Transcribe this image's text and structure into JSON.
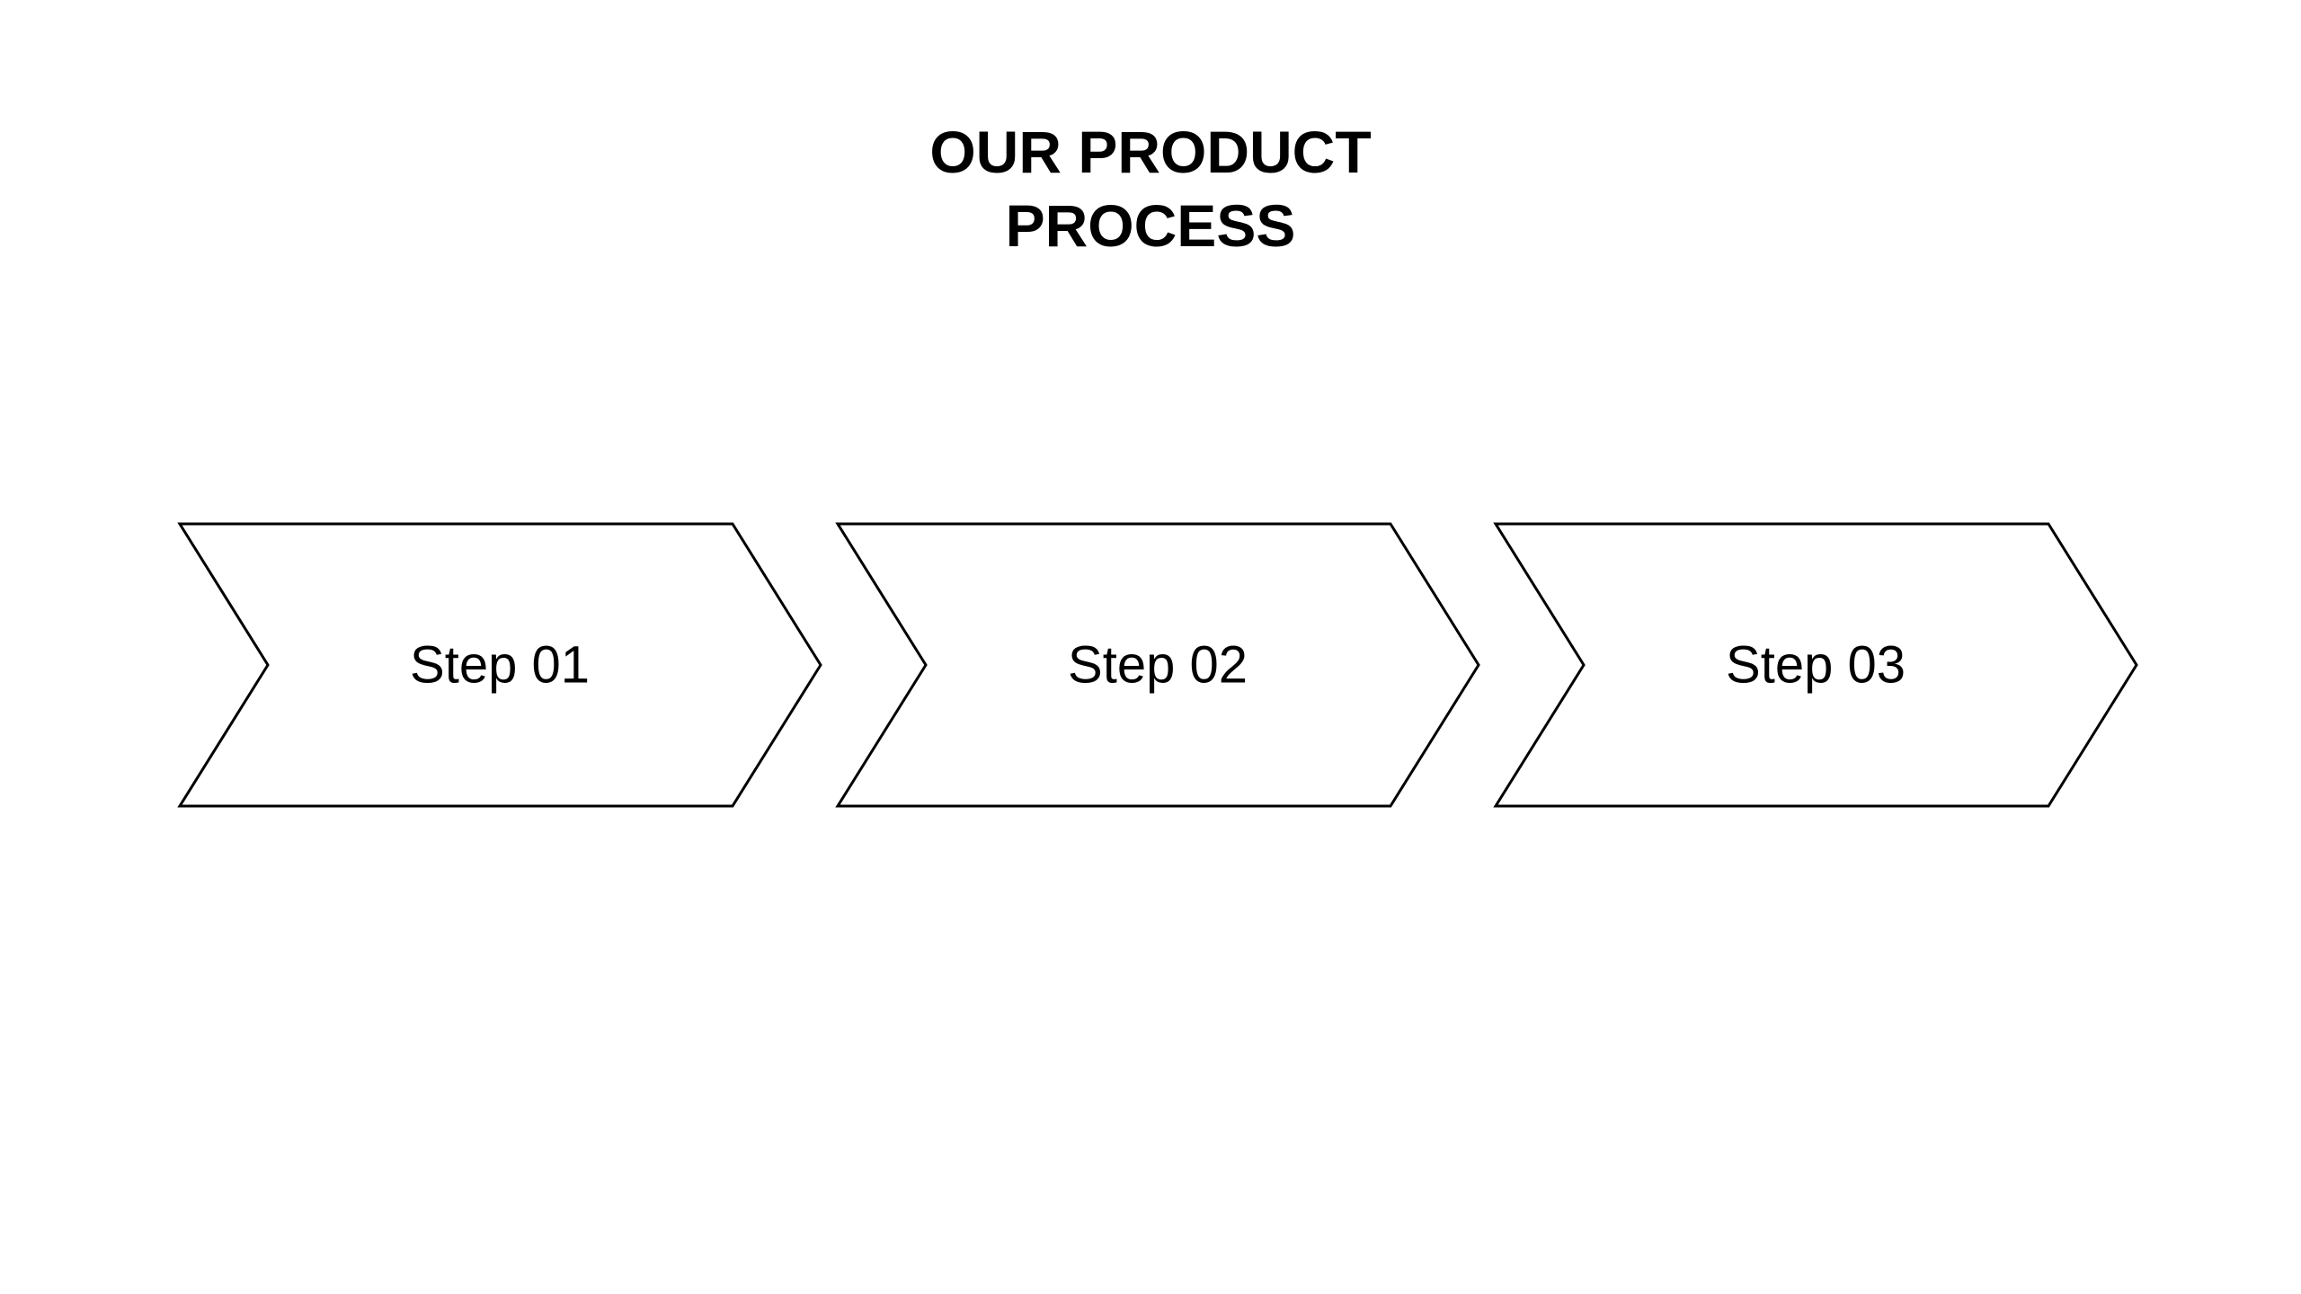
{
  "title": {
    "line1": "OUR PRODUCT",
    "line2": "PROCESS"
  },
  "steps": [
    {
      "label": "Step 01"
    },
    {
      "label": "Step 02"
    },
    {
      "label": "Step 03"
    }
  ],
  "colors": {
    "background": "#ffffff",
    "stroke": "#000000",
    "text": "#000000"
  }
}
